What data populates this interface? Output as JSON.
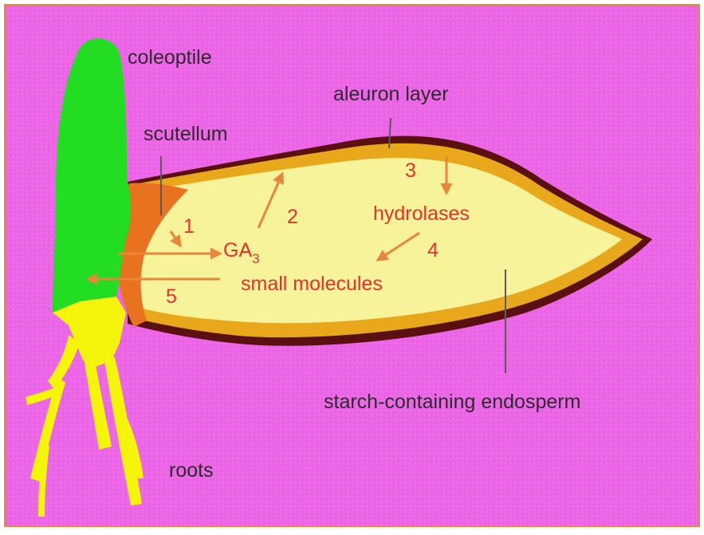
{
  "labels": {
    "coleoptile": "coleoptile",
    "aleuron_layer": "aleuron layer",
    "scutellum": "scutellum",
    "starch_endosperm": "starch-containing endosperm",
    "roots": "roots"
  },
  "process": {
    "ga_base": "GA",
    "ga_sub": "3",
    "hydrolases": "hydrolases",
    "small_molecules": "small molecules",
    "step1": "1",
    "step2": "2",
    "step3": "3",
    "step4": "4",
    "step5": "5"
  },
  "colors": {
    "background": "#ee66e8",
    "coleoptile": "#22dd22",
    "roots": "#f5f50c",
    "endosperm": "#f6f39a",
    "aleurone": "#e9a81b",
    "seed_coat": "#5a1010",
    "scutellum": "#e8721f",
    "arrow": "#e8863a",
    "text_red": "#e8302c",
    "text_dark": "#2b2b2b"
  }
}
